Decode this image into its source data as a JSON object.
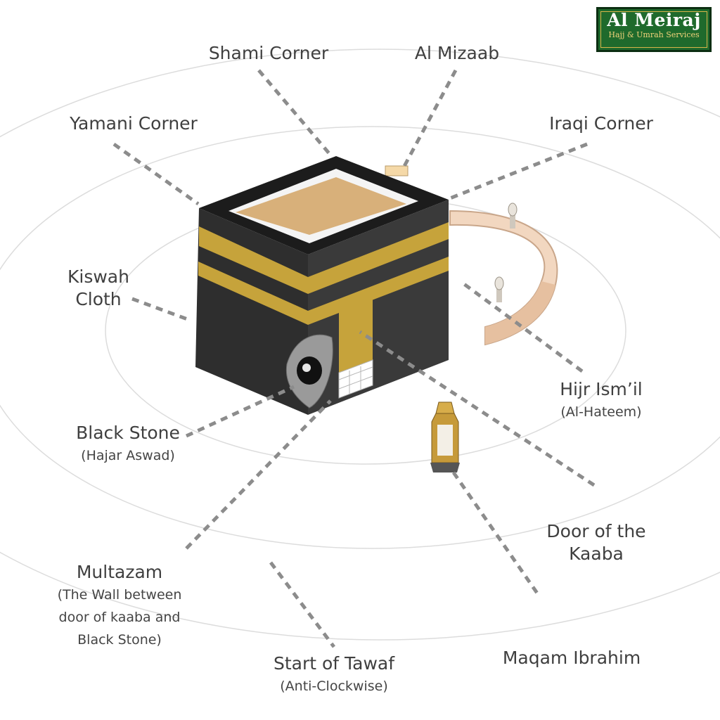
{
  "brand": {
    "logo_title": "Al Meiraj",
    "logo_subtitle": "Hajj & Umrah Services",
    "colors": {
      "logo_green": "#1f6a2c",
      "logo_gold": "#d8b54a",
      "kaaba_black": "#2a2a2a",
      "kaaba_gold": "#c6a33b"
    }
  },
  "labels": {
    "shami_corner": "Shami Corner",
    "al_mizaab": "Al Mizaab",
    "yamani_corner": "Yamani Corner",
    "iraqi_corner": "Iraqi Corner",
    "kiswah_cloth": [
      "Kiswah",
      "Cloth"
    ],
    "hijr_ismail": "Hijr Ism’il",
    "hijr_ismail_sub": "(Al-Hateem)",
    "black_stone": "Black Stone",
    "black_stone_sub": "(Hajar Aswad)",
    "door_kaaba": [
      "Door of the",
      "Kaaba"
    ],
    "multazam": "Multazam",
    "multazam_sub": [
      "(The Wall between",
      "door of kaaba and",
      "Black Stone)"
    ],
    "start_tawaf": "Start of Tawaf",
    "start_tawaf_sub": "(Anti-Clockwise)",
    "maqam_ibrahim": "Maqam Ibrahim"
  }
}
